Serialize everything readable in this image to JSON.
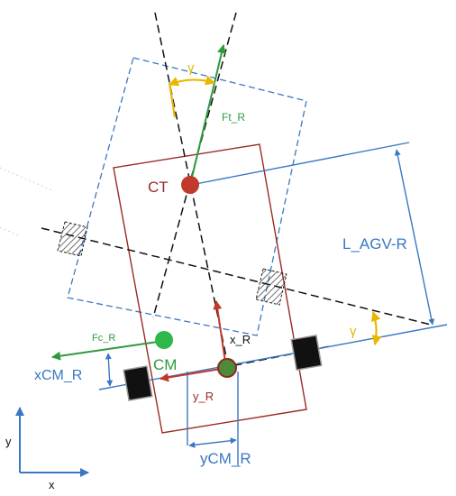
{
  "colors": {
    "red_box": "#9b2a22",
    "blue": "#3a78c2",
    "green": "#2e9a3e",
    "dark_red": "#c0392b",
    "yellow": "#e8b800",
    "black": "#111111",
    "grey": "#777777"
  },
  "labels": {
    "gamma_top": "γ",
    "ft_r": "Ft_R",
    "ct": "CT",
    "l_agv_r": "L_AGV-R",
    "gamma_right": "γ",
    "x_r": "x_R",
    "fc_r": "Fc_R",
    "cm": "CM",
    "xcm_r": "xCM_R",
    "y_r": "y_R",
    "ycm_r": "yCM_R",
    "axis_y": "y",
    "axis_x": "x"
  }
}
